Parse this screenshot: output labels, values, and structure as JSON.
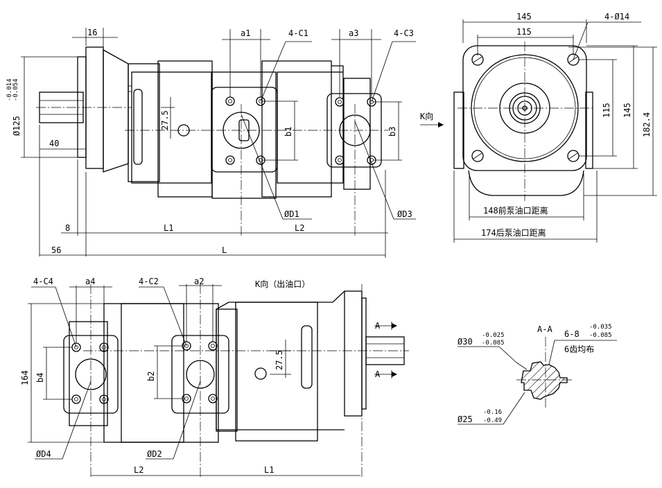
{
  "labels": {
    "dim_16": "16",
    "a1": "a1",
    "c1": "4-C1",
    "a3": "a3",
    "c3": "4-C3",
    "dia125": "Ø125",
    "tol125_up": "-0.014",
    "tol125_lo": "-0.054",
    "dim_275_top": "27.5",
    "b1": "b1",
    "b3": "b3",
    "dim_40": "40",
    "d1": "ØD1",
    "d3": "ØD3",
    "dim_8": "8",
    "l1_top": "L1",
    "l2_top": "L2",
    "dim_56": "56",
    "l_total": "L",
    "k_dir": "K向",
    "dim_145_top": "145",
    "holes_14": "4-Ø14",
    "dim_115_top": "115",
    "dim_115_side": "115",
    "dim_145_side": "145",
    "dim_1824": "182.4",
    "front_port": "148前泵油口距离",
    "rear_port": "174后泵油口距离",
    "c4": "4-C4",
    "a4": "a4",
    "c2": "4-C2",
    "a2": "a2",
    "k_view_title": "K向（出油口）",
    "dim_164": "164",
    "b4": "b4",
    "b2": "b2",
    "dim_275_bot": "27.5",
    "d4": "ØD4",
    "d2": "ØD2",
    "l2_bot": "L2",
    "l1_bot": "L1",
    "aa_top": "A",
    "aa_bot": "A",
    "section_title": "A-A",
    "spline_spec": "6-8",
    "spline_tol_up": "-0.035",
    "spline_tol_lo": "-0.085",
    "spline_teeth": "6齿均布",
    "dia30": "Ø30",
    "tol30_up": "-0.025",
    "tol30_lo": "-0.085",
    "dia25": "Ø25",
    "tol25_up": "-0.16",
    "tol25_lo": "-0.49"
  }
}
